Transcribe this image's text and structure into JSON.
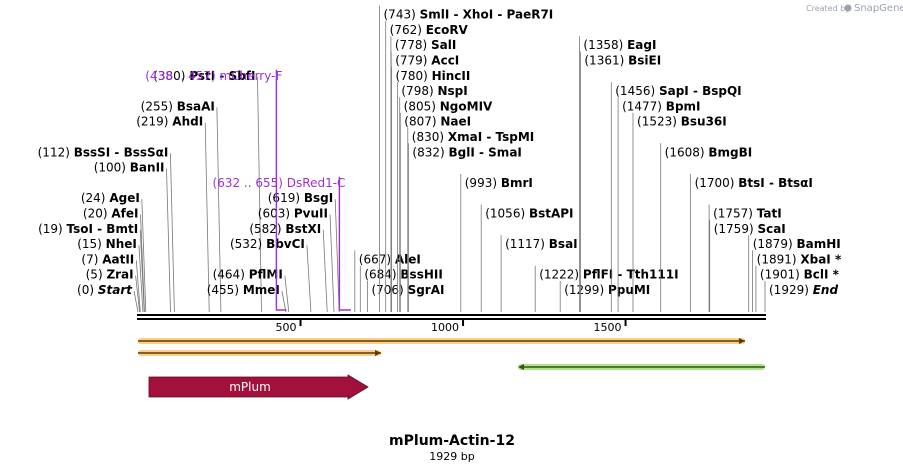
{
  "title": "mPlum-Actin-12",
  "length_label": "1929 bp",
  "credit": "Created by",
  "credit_brand": "SnapGene",
  "sites": [
    {
      "name": "Start",
      "pos": "(0)",
      "bp": 0,
      "italic": true,
      "row": 0,
      "side": "left"
    },
    {
      "name": "ZraI",
      "pos": "(5)",
      "bp": 5,
      "row": 1,
      "side": "left"
    },
    {
      "name": "AatII",
      "pos": "(7)",
      "bp": 7,
      "row": 2,
      "side": "left"
    },
    {
      "name": "NheI",
      "pos": "(15)",
      "bp": 15,
      "row": 3,
      "side": "left"
    },
    {
      "name": "TsoI - BmtI",
      "pos": "(19)",
      "bp": 19,
      "row": 4,
      "side": "left"
    },
    {
      "name": "AfeI",
      "pos": "(20)",
      "bp": 20,
      "row": 5,
      "side": "left"
    },
    {
      "name": "AgeI",
      "pos": "(24)",
      "bp": 24,
      "row": 6,
      "side": "left"
    },
    {
      "name": "BanII",
      "pos": "(100)",
      "bp": 100,
      "row": 8,
      "side": "left"
    },
    {
      "name": "BssSI - BssSαI",
      "pos": "(112)",
      "bp": 112,
      "row": 9,
      "side": "left"
    },
    {
      "name": "AhdI",
      "pos": "(219)",
      "bp": 219,
      "row": 11,
      "side": "left"
    },
    {
      "name": "BsaAI",
      "pos": "(255)",
      "bp": 255,
      "row": 12,
      "side": "left"
    },
    {
      "name": "PstI - SbfI",
      "pos": "(380)",
      "bp": 380,
      "row": 14,
      "side": "left"
    },
    {
      "name": "MmeI",
      "pos": "(455)",
      "bp": 455,
      "row": 0,
      "side": "left"
    },
    {
      "name": "PflMI",
      "pos": "(464)",
      "bp": 464,
      "row": 1,
      "side": "left"
    },
    {
      "name": "BbvCI",
      "pos": "(532)",
      "bp": 532,
      "row": 3,
      "side": "left"
    },
    {
      "name": "BstXI",
      "pos": "(582)",
      "bp": 582,
      "row": 4,
      "side": "left"
    },
    {
      "name": "PvuII",
      "pos": "(603)",
      "bp": 603,
      "row": 5,
      "side": "left"
    },
    {
      "name": "BsgI",
      "pos": "(619)",
      "bp": 619,
      "row": 6,
      "side": "left"
    },
    {
      "name": "AleI",
      "pos": "(667)",
      "bp": 667,
      "row": 2,
      "side": "right"
    },
    {
      "name": "BssHII",
      "pos": "(684)",
      "bp": 684,
      "row": 1,
      "side": "right"
    },
    {
      "name": "SgrAI",
      "pos": "(706)",
      "bp": 706,
      "row": 0,
      "side": "right"
    },
    {
      "name": "SmlI - XhoI - PaeR7I",
      "pos": "(743)",
      "bp": 743,
      "row": 18,
      "side": "right"
    },
    {
      "name": "EcoRV",
      "pos": "(762)",
      "bp": 762,
      "row": 17,
      "side": "right"
    },
    {
      "name": "SalI",
      "pos": "(778)",
      "bp": 778,
      "row": 16,
      "side": "right"
    },
    {
      "name": "AccI",
      "pos": "(779)",
      "bp": 779,
      "row": 15,
      "side": "right"
    },
    {
      "name": "HincII",
      "pos": "(780)",
      "bp": 780,
      "row": 14,
      "side": "right"
    },
    {
      "name": "NspI",
      "pos": "(798)",
      "bp": 798,
      "row": 13,
      "side": "right"
    },
    {
      "name": "NgoMIV",
      "pos": "(805)",
      "bp": 805,
      "row": 12,
      "side": "right"
    },
    {
      "name": "NaeI",
      "pos": "(807)",
      "bp": 807,
      "row": 11,
      "side": "right"
    },
    {
      "name": "XmaI - TspMI",
      "pos": "(830)",
      "bp": 830,
      "row": 10,
      "side": "right"
    },
    {
      "name": "BglI - SmaI",
      "pos": "(832)",
      "bp": 832,
      "row": 9,
      "side": "right"
    },
    {
      "name": "BmrI",
      "pos": "(993)",
      "bp": 993,
      "row": 7,
      "side": "right"
    },
    {
      "name": "BstAPI",
      "pos": "(1056)",
      "bp": 1056,
      "row": 5,
      "side": "right"
    },
    {
      "name": "BsaI",
      "pos": "(1117)",
      "bp": 1117,
      "row": 3,
      "side": "right"
    },
    {
      "name": "PflFI - Tth111I",
      "pos": "(1222)",
      "bp": 1222,
      "row": 1,
      "side": "right"
    },
    {
      "name": "PpuMI",
      "pos": "(1299)",
      "bp": 1299,
      "row": 0,
      "side": "right"
    },
    {
      "name": "EagI",
      "pos": "(1358)",
      "bp": 1358,
      "row": 16,
      "side": "right"
    },
    {
      "name": "BsiEI",
      "pos": "(1361)",
      "bp": 1361,
      "row": 15,
      "side": "right"
    },
    {
      "name": "SapI - BspQI",
      "pos": "(1456)",
      "bp": 1456,
      "row": 13,
      "side": "right"
    },
    {
      "name": "BpmI",
      "pos": "(1477)",
      "bp": 1477,
      "row": 12,
      "side": "right"
    },
    {
      "name": "Bsu36I",
      "pos": "(1523)",
      "bp": 1523,
      "row": 11,
      "side": "right"
    },
    {
      "name": "BmgBI",
      "pos": "(1608)",
      "bp": 1608,
      "row": 9,
      "side": "right"
    },
    {
      "name": "BtsI - BtsαI",
      "pos": "(1700)",
      "bp": 1700,
      "row": 7,
      "side": "right"
    },
    {
      "name": "TatI",
      "pos": "(1757)",
      "bp": 1757,
      "row": 5,
      "side": "right"
    },
    {
      "name": "ScaI",
      "pos": "(1759)",
      "bp": 1759,
      "row": 4,
      "side": "right"
    },
    {
      "name": "BamHI",
      "pos": "(1879)",
      "bp": 1879,
      "row": 3,
      "side": "right"
    },
    {
      "name": "XbaI *",
      "pos": "(1891)",
      "bp": 1891,
      "row": 2,
      "side": "right"
    },
    {
      "name": "BclI *",
      "pos": "(1901)",
      "bp": 1901,
      "row": 1,
      "side": "right"
    },
    {
      "name": "End",
      "pos": "(1929)",
      "bp": 1929,
      "italic": true,
      "row": 0,
      "side": "right"
    }
  ],
  "primers": [
    {
      "label": "(438 .. 457)  mCherry-F",
      "start": 438,
      "end": 457,
      "row": 14
    },
    {
      "label": "(632 .. 655)  DsRed1-C",
      "start": 632,
      "end": 655,
      "row": 7
    }
  ],
  "ruler_ticks": [
    {
      "bp": 500,
      "label": "500"
    },
    {
      "bp": 1000,
      "label": "1000"
    },
    {
      "bp": 1500,
      "label": "1500"
    }
  ],
  "feature_label": "mPlum",
  "colors": {
    "primer": "#9b30d9",
    "feature": "#a3103c",
    "orf": "#f5a623",
    "orf_rev": "#7bd13a"
  }
}
